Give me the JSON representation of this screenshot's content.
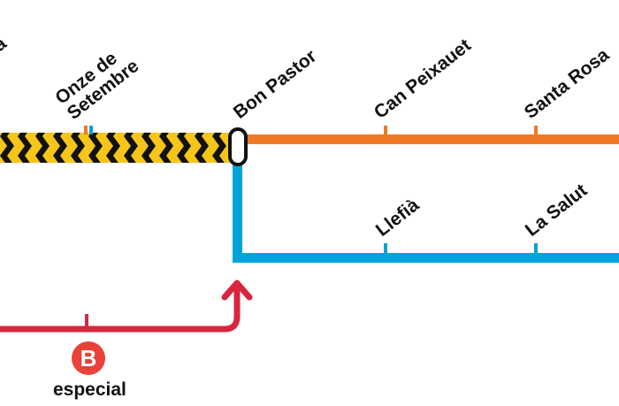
{
  "colors": {
    "orange_line": "#ef7a26",
    "blue_line": "#00a3d9",
    "red_route": "#d9263f",
    "hazard_yellow": "#f5c51a",
    "hazard_black": "#111111",
    "badge_red": "#e8423b",
    "text": "#111111"
  },
  "stations": {
    "partial_left": "ra",
    "onze_de_setembre": "Onze de\nSetembre",
    "bon_pastor": "Bon Pastor",
    "can_peixauet": "Can Peixauet",
    "santa_rosa": "Santa Rosa",
    "llefia": "Llefià",
    "la_salut": "La Salut"
  },
  "bus": {
    "badge_letter": "B",
    "label": "especial"
  }
}
